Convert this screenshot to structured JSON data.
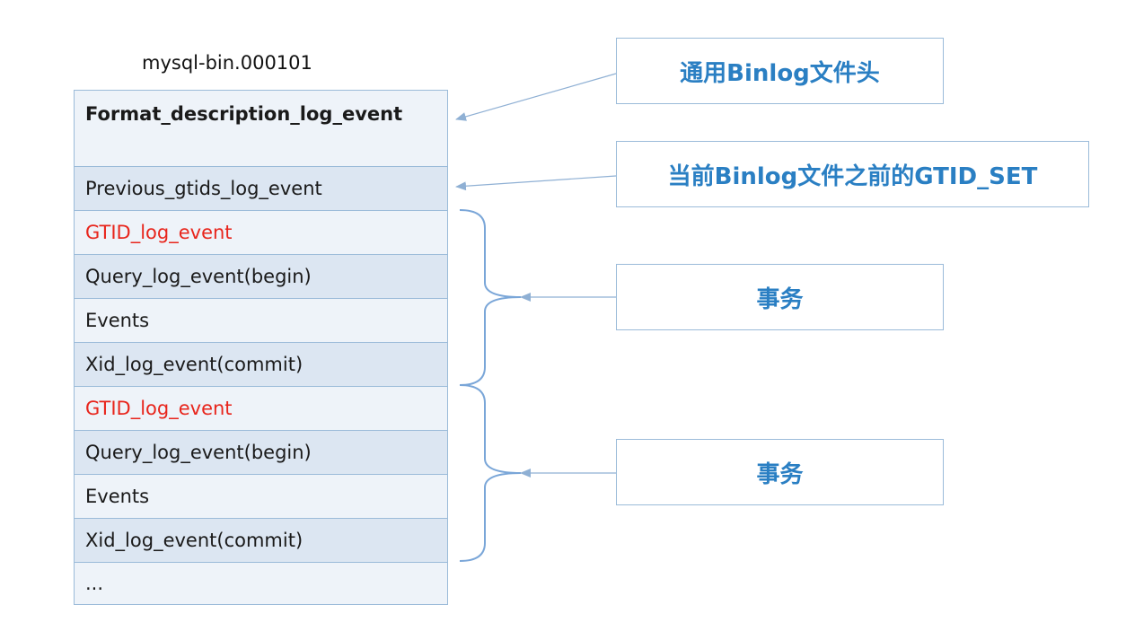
{
  "diagram": {
    "file_name": "mysql-bin.000101",
    "events": [
      {
        "label": "Format_description_log_event",
        "style": "header"
      },
      {
        "label": "Previous_gtids_log_event",
        "style": "shaded"
      },
      {
        "label": "GTID_log_event",
        "style": "gtid"
      },
      {
        "label": "Query_log_event(begin)",
        "style": "shaded"
      },
      {
        "label": "Events",
        "style": "plain"
      },
      {
        "label": "Xid_log_event(commit)",
        "style": "shaded"
      },
      {
        "label": "GTID_log_event",
        "style": "gtid"
      },
      {
        "label": "Query_log_event(begin)",
        "style": "shaded"
      },
      {
        "label": "Events",
        "style": "plain"
      },
      {
        "label": "Xid_log_event(commit)",
        "style": "shaded"
      },
      {
        "label": "...",
        "style": "plain"
      }
    ],
    "callouts": {
      "header": "通用Binlog文件头",
      "previous_gtids": "当前Binlog文件之前的GTID_SET",
      "transaction_1": "事务",
      "transaction_2": "事务"
    },
    "colors": {
      "border": "#9bbbd9",
      "row_shaded": "#dce6f2",
      "row_plain": "#eef3f9",
      "gtid_text": "#e8251c",
      "callout_text": "#2a7fc3",
      "connector": "#8fb0d4"
    }
  }
}
